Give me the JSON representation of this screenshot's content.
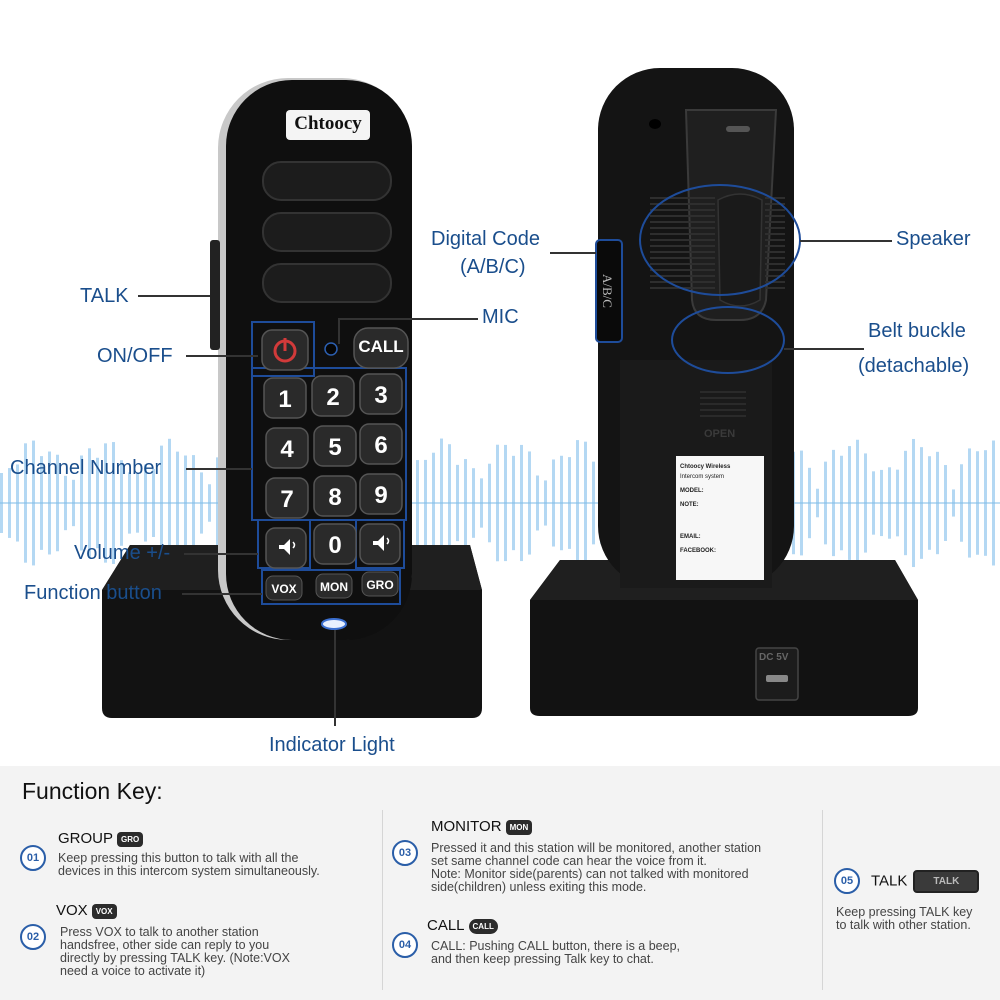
{
  "brand": "Chtoocy",
  "keypad": {
    "call_label": "CALL",
    "digits": [
      "1",
      "2",
      "3",
      "4",
      "5",
      "6",
      "7",
      "8",
      "9",
      "0"
    ],
    "func_keys": [
      "VOX",
      "MON",
      "GRO"
    ],
    "back_label": "OPEN",
    "dc_label": "DC 5V",
    "abc_label": "A/B/C"
  },
  "sticker": {
    "lines": [
      "Chtoocy Wireless",
      "Intercom system",
      "MODEL:",
      "NOTE:",
      "EMAIL:",
      "FACEBOOK:"
    ]
  },
  "callouts": {
    "talk": "TALK",
    "on_off": "ON/OFF",
    "channel_number": "Channel Number",
    "volume": "Volume +/-",
    "function_button": "Function button",
    "indicator_light": "Indicator Light",
    "digital_code": "Digital Code",
    "digital_code_sub": "(A/B/C)",
    "mic": "MIC",
    "speaker": "Speaker",
    "belt_buckle": "Belt buckle",
    "belt_buckle_sub": "(detachable)"
  },
  "function_key": {
    "title": "Function Key:",
    "items": [
      {
        "num": "01",
        "name": "GROUP",
        "badge": "GRO",
        "desc": [
          "Keep pressing this button to talk with all the",
          "devices in this intercom system simultaneously."
        ]
      },
      {
        "num": "02",
        "name": "VOX",
        "badge": "VOX",
        "desc": [
          "Press VOX to talk to another station",
          "handsfree, other side can reply to you",
          "directly by pressing TALK key. (Note:VOX",
          "need a voice to activate it)"
        ]
      },
      {
        "num": "03",
        "name": "MONITOR",
        "badge": "MON",
        "desc": [
          "Pressed it and this station will be monitored, another station",
          "set same channel code can hear the voice from it.",
          "Note: Monitor side(parents) can not talked with monitored",
          "side(children) unless exiting this mode."
        ]
      },
      {
        "num": "04",
        "name": "CALL",
        "badge": "CALL",
        "desc": [
          "CALL: Pushing CALL button, there is a beep,",
          "and then keep pressing Talk key to chat."
        ]
      },
      {
        "num": "05",
        "name": "TALK",
        "badge": "TALK",
        "desc": [
          "Keep pressing TALK key",
          "to talk with other station."
        ]
      }
    ]
  },
  "colors": {
    "accent": "#1a4e8c",
    "device": "#111111",
    "callout_line": "#333333"
  }
}
